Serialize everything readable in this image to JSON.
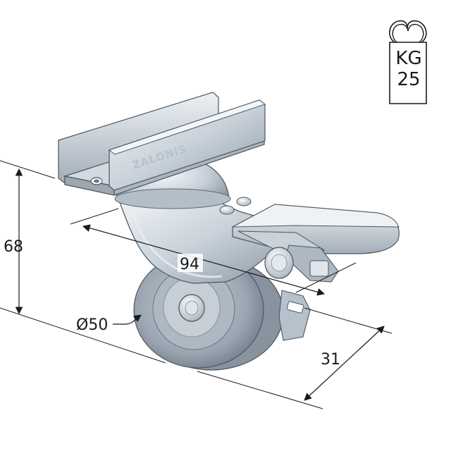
{
  "weight_badge": {
    "unit": "KG",
    "value": "25"
  },
  "brand": "ZALONIS",
  "dimensions": {
    "height": "68",
    "length": "94",
    "wheel_diameter": "Ø50",
    "width": "31"
  },
  "colors": {
    "metal_light": "#e3e8ed",
    "metal_mid": "#b9c4ce",
    "metal_dark": "#7d8895",
    "wheel_grey": "#9aa5b1",
    "wheel_dark": "#6f7a86",
    "line": "#1a1a1a"
  }
}
